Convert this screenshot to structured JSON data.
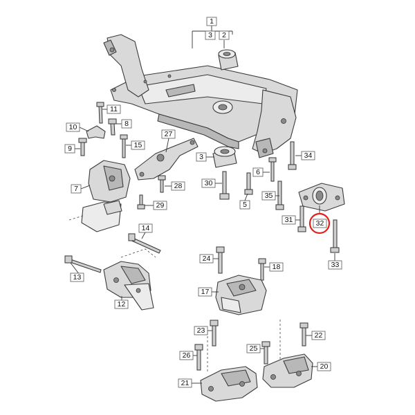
{
  "highlight_color": "#e0211b",
  "callouts": [
    {
      "id": "c1",
      "text": "1"
    },
    {
      "id": "c2",
      "text": "2"
    },
    {
      "id": "c3a",
      "text": "3"
    },
    {
      "id": "c3b",
      "text": "3"
    },
    {
      "id": "c5",
      "text": "5"
    },
    {
      "id": "c6",
      "text": "6"
    },
    {
      "id": "c7",
      "text": "7"
    },
    {
      "id": "c8",
      "text": "8"
    },
    {
      "id": "c9",
      "text": "9"
    },
    {
      "id": "c10",
      "text": "10"
    },
    {
      "id": "c11",
      "text": "11"
    },
    {
      "id": "c12",
      "text": "12"
    },
    {
      "id": "c13",
      "text": "13"
    },
    {
      "id": "c14",
      "text": "14"
    },
    {
      "id": "c15",
      "text": "15"
    },
    {
      "id": "c17",
      "text": "17"
    },
    {
      "id": "c18",
      "text": "18"
    },
    {
      "id": "c20",
      "text": "20"
    },
    {
      "id": "c21",
      "text": "21"
    },
    {
      "id": "c22",
      "text": "22"
    },
    {
      "id": "c23",
      "text": "23"
    },
    {
      "id": "c24",
      "text": "24"
    },
    {
      "id": "c25",
      "text": "25"
    },
    {
      "id": "c26",
      "text": "26"
    },
    {
      "id": "c27",
      "text": "27"
    },
    {
      "id": "c28",
      "text": "28"
    },
    {
      "id": "c29",
      "text": "29"
    },
    {
      "id": "c30",
      "text": "30"
    },
    {
      "id": "c31",
      "text": "31"
    },
    {
      "id": "c32",
      "text": "32",
      "highlighted": true
    },
    {
      "id": "c33",
      "text": "33"
    },
    {
      "id": "c34",
      "text": "34"
    },
    {
      "id": "c35",
      "text": "35"
    }
  ]
}
